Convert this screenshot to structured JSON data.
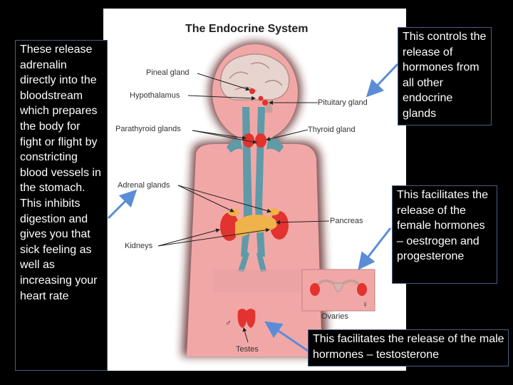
{
  "title": "The Endocrine System",
  "labels": {
    "pineal": "Pineal gland",
    "hypothalamus": "Hypothalamus",
    "pituitary": "Pituitary gland",
    "parathyroid": "Parathyroid glands",
    "thyroid": "Thyroid gland",
    "adrenal": "Adrenal glands",
    "pancreas": "Pancreas",
    "kidneys": "Kidneys",
    "ovaries": "Ovaries",
    "testes": "Testes",
    "female_symbol": "♀",
    "male_symbol": "♂"
  },
  "callouts": {
    "adrenalin": "These release adrenalin directly into the bloodstream which prepares the body for fight or flight by constricting blood vessels in the stomach. This inhibits digestion and gives you that sick feeling as well as increasing your heart rate",
    "pituitary": "This controls the release of hormones from all other endocrine glands",
    "ovaries": "This facilitates the release of the female hormones – oestrogen and progesterone",
    "testes": "This facilitates  the release of the male hormones – testosterone"
  },
  "colors": {
    "background": "#000000",
    "body": "#f2a7a7",
    "vessels": "#5f9aa8",
    "gland": "#e2332f",
    "pancreas": "#f0b24a",
    "arrow": "#5b8dd6"
  }
}
